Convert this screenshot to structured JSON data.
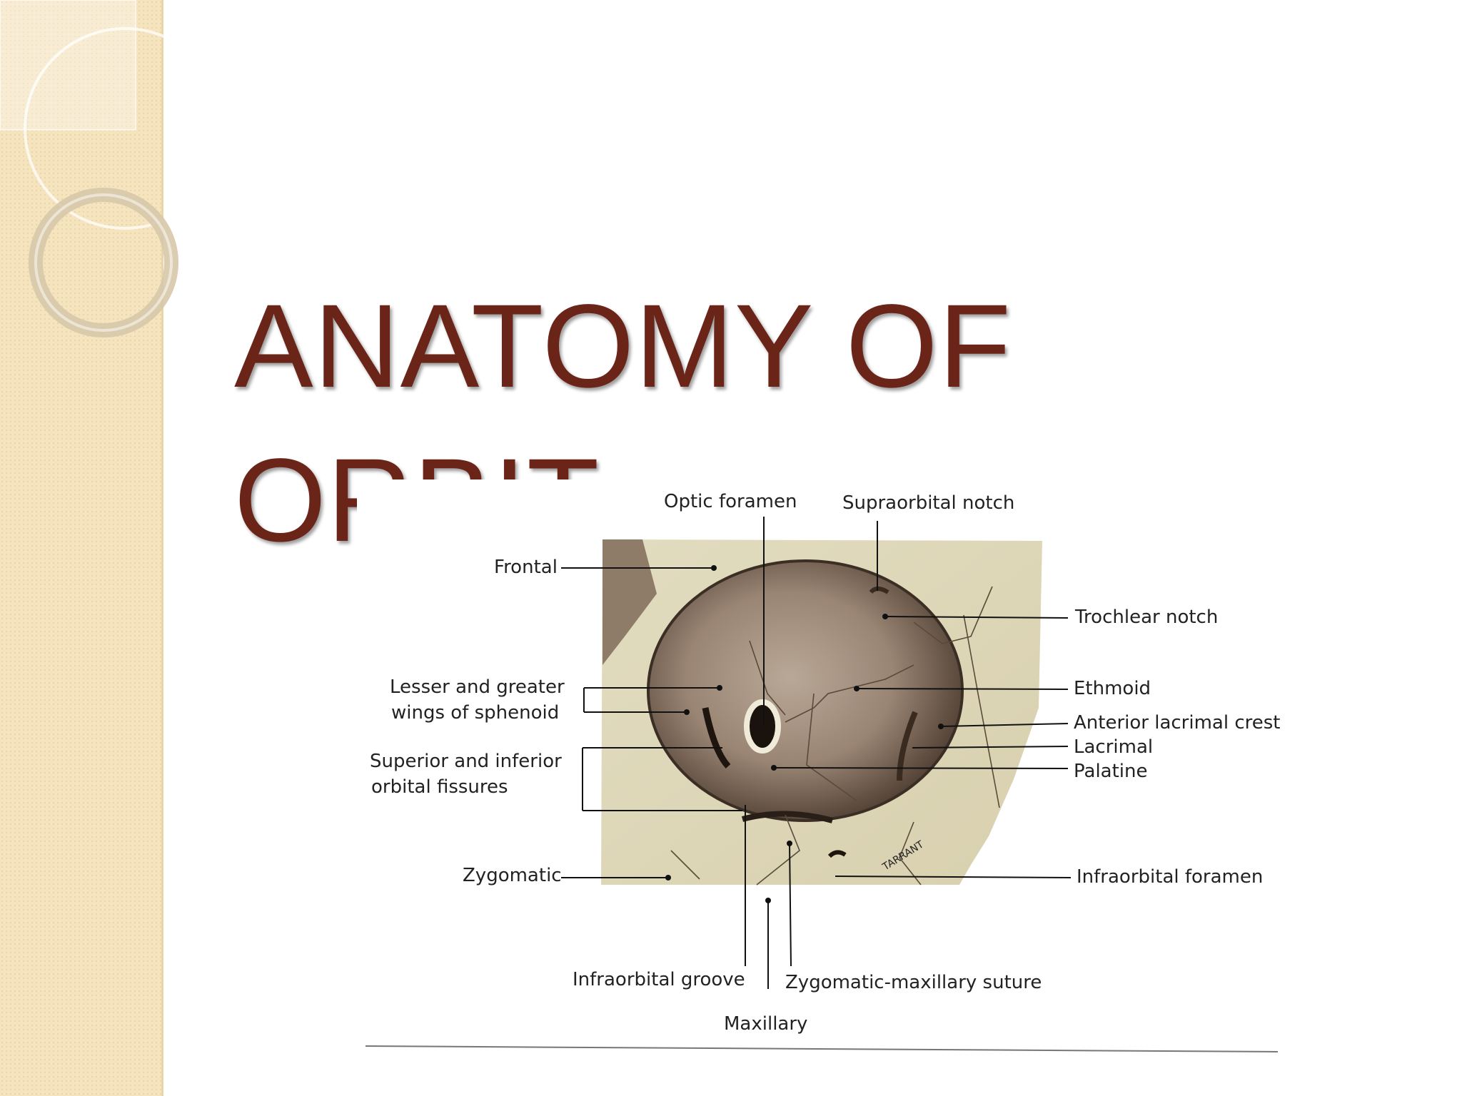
{
  "slide": {
    "title": "ANATOMY OF ORBIT",
    "title_color": "#6b2418",
    "sidebar_color": "#f5e4bd"
  },
  "figure": {
    "labels": {
      "optic_foramen": "Optic foramen",
      "supraorbital_notch": "Supraorbital notch",
      "frontal": "Frontal",
      "trochlear_notch": "Trochlear notch",
      "lesser_greater_wings_1": "Lesser and greater",
      "lesser_greater_wings_2": "wings of sphenoid",
      "ethmoid": "Ethmoid",
      "anterior_lacrimal_crest": "Anterior lacrimal crest",
      "lacrimal": "Lacrimal",
      "palatine": "Palatine",
      "orbital_fissures_1": "Superior and inferior",
      "orbital_fissures_2": "orbital fissures",
      "zygomatic": "Zygomatic",
      "infraorbital_foramen": "Infraorbital foramen",
      "infraorbital_groove": "Infraorbital groove",
      "zygomatic_maxillary_suture": "Zygomatic-maxillary suture",
      "maxillary": "Maxillary"
    },
    "artist_signature": "TARRANT"
  }
}
